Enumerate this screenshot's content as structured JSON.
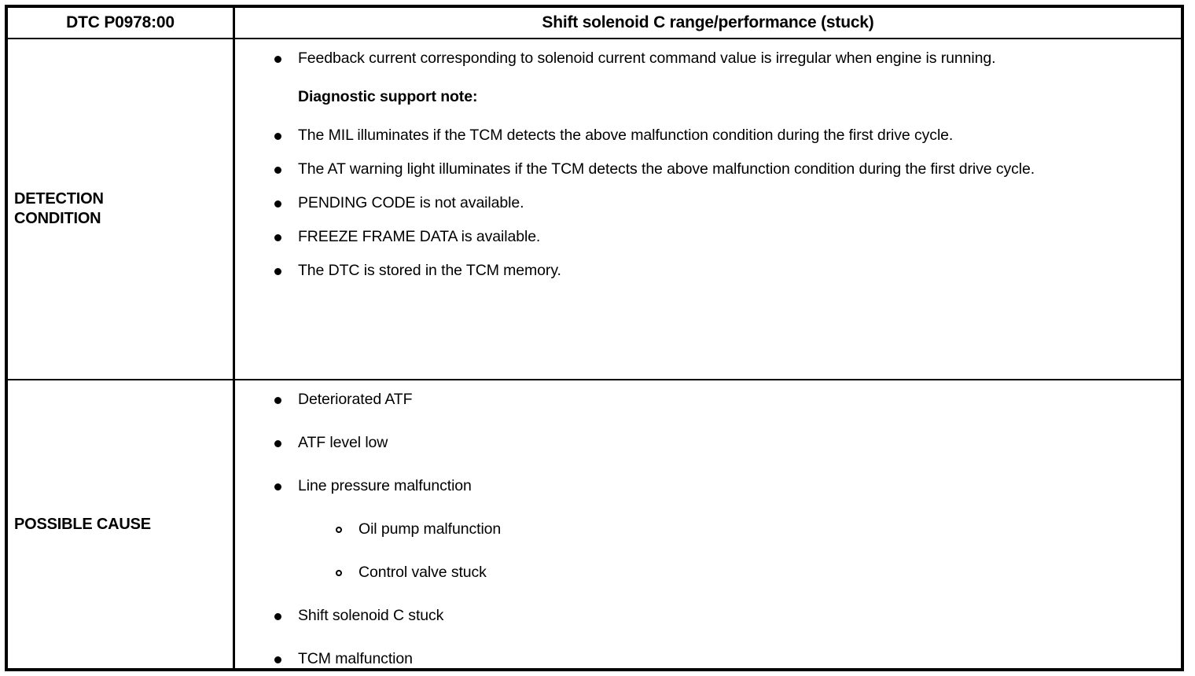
{
  "table": {
    "header": {
      "dtc_code": "DTC P0978:00",
      "fault_name": "Shift solenoid C range/performance (stuck)"
    },
    "rows": [
      {
        "label": "DETECTION\nCONDITION",
        "label_line1": "DETECTION",
        "label_line2": "CONDITION",
        "items": [
          {
            "level": 1,
            "marker": "filled-bullet",
            "text": "Feedback current corresponding to solenoid current command value is irregular when engine is running."
          },
          {
            "level": 1,
            "marker": "none",
            "style": "note",
            "text": "Diagnostic support note:"
          },
          {
            "level": 1,
            "marker": "filled-bullet",
            "text": "The MIL illuminates if the TCM detects the above malfunction condition during the first drive cycle."
          },
          {
            "level": 1,
            "marker": "filled-bullet",
            "text": "The AT warning light illuminates if the TCM detects the above malfunction condition during the first drive cycle."
          },
          {
            "level": 1,
            "marker": "filled-bullet",
            "text": "PENDING CODE is not available."
          },
          {
            "level": 1,
            "marker": "filled-bullet",
            "text": "FREEZE FRAME DATA is available."
          },
          {
            "level": 1,
            "marker": "filled-bullet",
            "text": "The DTC is stored in the TCM memory."
          }
        ]
      },
      {
        "label": "POSSIBLE CAUSE",
        "label_line1": "POSSIBLE CAUSE",
        "label_line2": "",
        "items": [
          {
            "level": 1,
            "marker": "filled-bullet",
            "text": "Deteriorated ATF"
          },
          {
            "level": 1,
            "marker": "filled-bullet",
            "text": "ATF level low"
          },
          {
            "level": 1,
            "marker": "filled-bullet",
            "text": "Line pressure malfunction"
          },
          {
            "level": 2,
            "marker": "hollow-bullet",
            "text": "Oil pump malfunction"
          },
          {
            "level": 2,
            "marker": "hollow-bullet",
            "text": "Control valve stuck"
          },
          {
            "level": 1,
            "marker": "filled-bullet",
            "text": "Shift solenoid C stuck"
          },
          {
            "level": 1,
            "marker": "filled-bullet",
            "text": "TCM malfunction"
          }
        ]
      }
    ]
  },
  "colors": {
    "border": "#000000",
    "text": "#000000",
    "background": "#ffffff"
  }
}
